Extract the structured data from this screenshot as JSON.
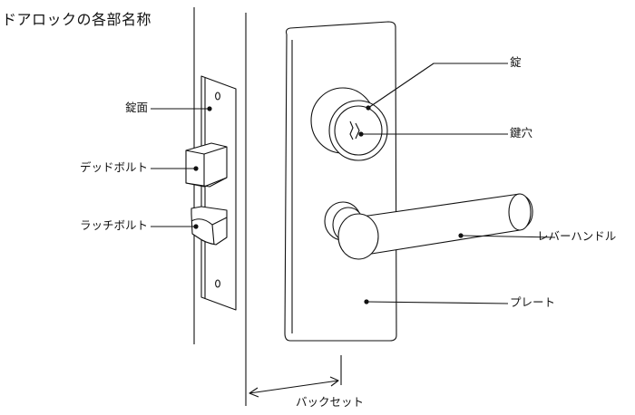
{
  "title": "ドアロックの各部名称",
  "labels": {
    "jomen": "錠面",
    "deadbolt": "デッドボルト",
    "latchbolt": "ラッチボルト",
    "cylinder": "錠",
    "keyhole": "鍵穴",
    "lever": "レバーハンドル",
    "plate": "プレート",
    "backset": "バックセット"
  },
  "colors": {
    "line": "#111111",
    "background": "#ffffff"
  }
}
